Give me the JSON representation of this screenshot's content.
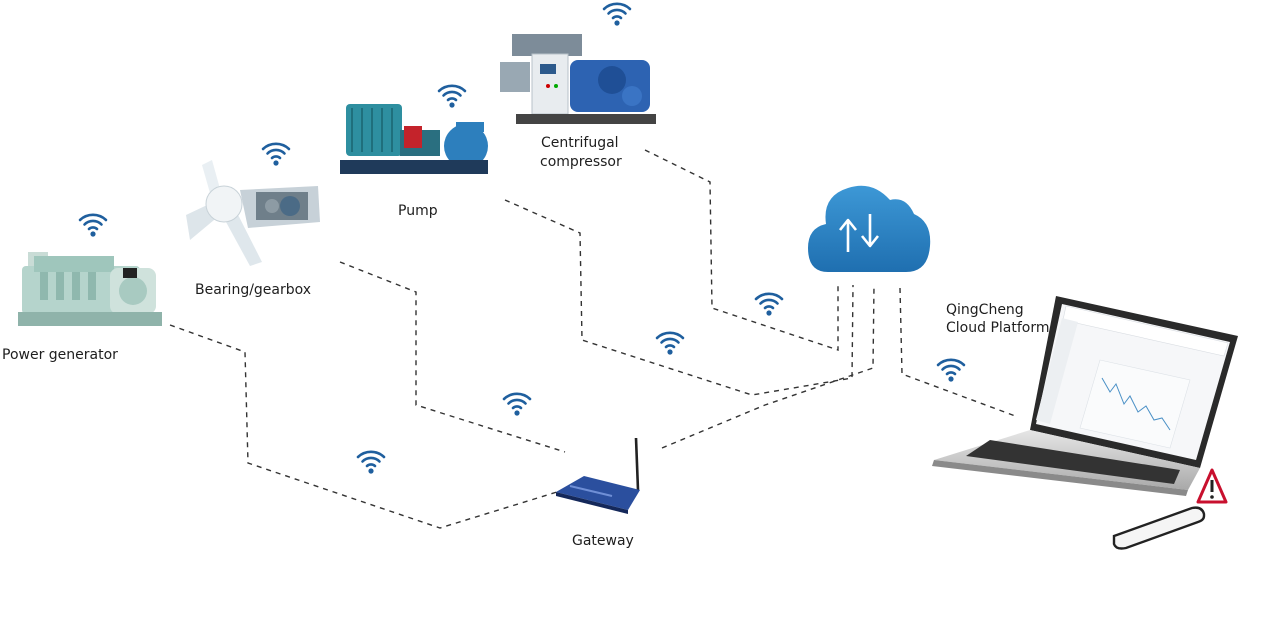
{
  "labels": {
    "power_generator": "Power generator",
    "bearing_gearbox": "Bearing/gearbox",
    "pump": "Pump",
    "compressor_line1": "Centrifugal",
    "compressor_line2": "compressor",
    "gateway": "Gateway",
    "cloud_line1": "QingCheng",
    "cloud_line2": "Cloud Platform"
  },
  "colors": {
    "wifi": "#1f5f9e",
    "cloud": "#2f86c6",
    "dashed_line": "#333333",
    "warning": "#c8102e"
  },
  "icons": [
    "wifi-icon",
    "cloud-upload-download-icon",
    "warning-icon",
    "router-icon",
    "laptop-icon",
    "smartphone-icon"
  ]
}
